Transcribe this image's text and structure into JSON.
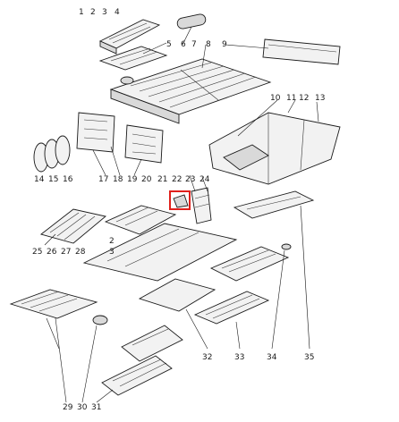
{
  "diagram": {
    "callouts": {
      "c1": "1",
      "c2": "2",
      "c3": "3",
      "c4": "4",
      "c5": "5",
      "c6": "6",
      "c7": "7",
      "c8": "8",
      "c9": "9",
      "c10": "10",
      "c11": "11",
      "c12": "12",
      "c13": "13",
      "c14": "14",
      "c15": "15",
      "c16": "16",
      "c17": "17",
      "c18": "18",
      "c19": "19",
      "c20": "20",
      "c21": "21",
      "c22": "22",
      "c23": "23",
      "c24": "24",
      "c25": "25",
      "c26": "26",
      "c27": "27",
      "c28": "28",
      "c2b": "2",
      "c3b": "3",
      "c29": "29",
      "c30": "30",
      "c31": "31",
      "c32": "32",
      "c33": "33",
      "c34": "34",
      "c35": "35"
    },
    "highlight_color": "#e0201b"
  }
}
